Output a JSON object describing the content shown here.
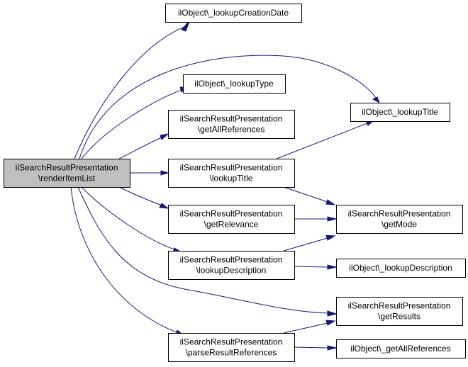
{
  "diagram": {
    "root": {
      "id": "root",
      "lines": [
        "ilSearchResultPresentation",
        "\\renderItemList"
      ]
    },
    "nodes": [
      {
        "id": "lookupCreationDate",
        "lines": [
          "ilObject\\_lookupCreationDate"
        ]
      },
      {
        "id": "lookupTitleObj",
        "lines": [
          "ilObject\\_lookupTitle"
        ]
      },
      {
        "id": "lookupType",
        "lines": [
          "ilObject\\_lookupType"
        ]
      },
      {
        "id": "getAllReferences",
        "lines": [
          "ilSearchResultPresentation",
          "\\getAllReferences"
        ]
      },
      {
        "id": "lookupTitle",
        "lines": [
          "ilSearchResultPresentation",
          "\\lookupTitle"
        ]
      },
      {
        "id": "getRelevance",
        "lines": [
          "ilSearchResultPresentation",
          "\\getRelevance"
        ]
      },
      {
        "id": "getMode",
        "lines": [
          "ilSearchResultPresentation",
          "\\getMode"
        ]
      },
      {
        "id": "lookupDescription",
        "lines": [
          "ilSearchResultPresentation",
          "\\lookupDescription"
        ]
      },
      {
        "id": "lookupDescriptionObj",
        "lines": [
          "ilObject\\_lookupDescription"
        ]
      },
      {
        "id": "getResults",
        "lines": [
          "ilSearchResultPresentation",
          "\\getResults"
        ]
      },
      {
        "id": "parseResultReferences",
        "lines": [
          "ilSearchResultPresentation",
          "\\parseResultReferences"
        ]
      },
      {
        "id": "getAllReferencesObj",
        "lines": [
          "ilObject\\_getAllReferences"
        ]
      }
    ],
    "edges": [
      {
        "from": "root",
        "to": "lookupCreationDate"
      },
      {
        "from": "root",
        "to": "lookupTitleObj"
      },
      {
        "from": "root",
        "to": "lookupType"
      },
      {
        "from": "root",
        "to": "getAllReferences"
      },
      {
        "from": "root",
        "to": "lookupTitle"
      },
      {
        "from": "root",
        "to": "getRelevance"
      },
      {
        "from": "root",
        "to": "lookupDescription"
      },
      {
        "from": "root",
        "to": "getResults"
      },
      {
        "from": "root",
        "to": "parseResultReferences"
      },
      {
        "from": "lookupTitle",
        "to": "lookupTitleObj"
      },
      {
        "from": "lookupTitle",
        "to": "getMode"
      },
      {
        "from": "getRelevance",
        "to": "getMode"
      },
      {
        "from": "lookupDescription",
        "to": "getMode"
      },
      {
        "from": "lookupDescription",
        "to": "lookupDescriptionObj"
      },
      {
        "from": "parseResultReferences",
        "to": "getResults"
      },
      {
        "from": "parseResultReferences",
        "to": "getAllReferencesObj"
      }
    ],
    "colors": {
      "edge": "#191970",
      "root_fill": "#bfbfbf",
      "node_fill": "#ffffff",
      "border": "#000000"
    }
  }
}
